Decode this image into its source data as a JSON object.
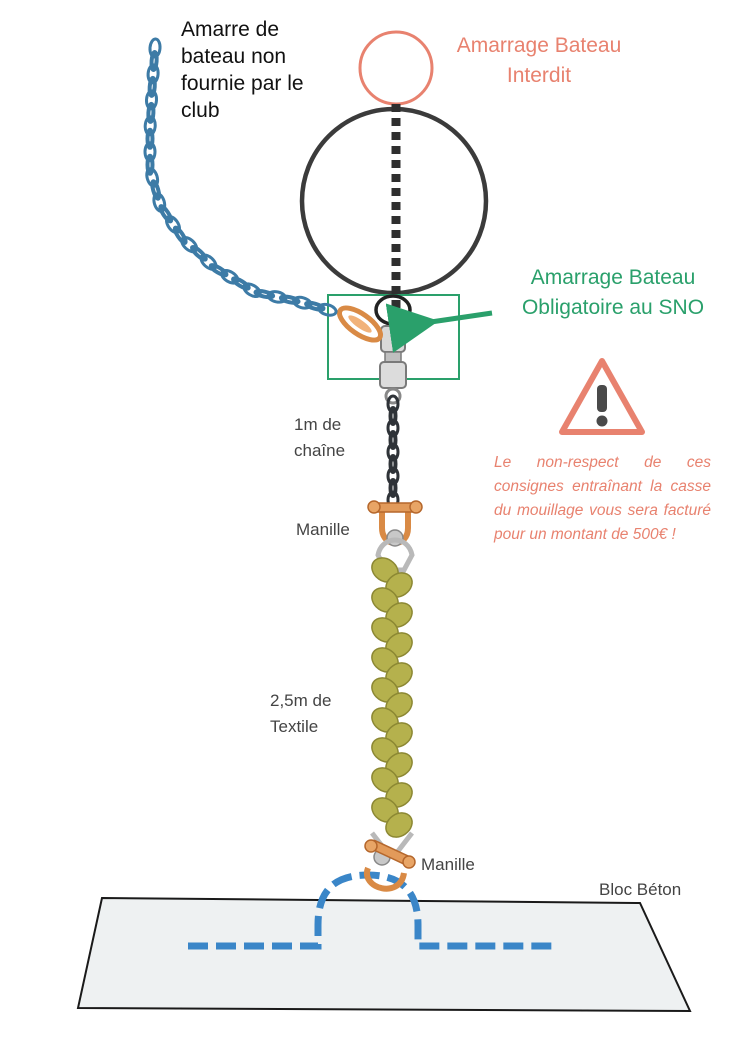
{
  "labels": {
    "amarre_non_fournie": "Amarre de bateau non fournie par le club",
    "amarrage_interdit": "Amarrage Bateau Interdit",
    "amarrage_obligatoire": "Amarrage Bateau Obligatoire au SNO",
    "chaine": "1m de chaîne",
    "manille_top": "Manille",
    "textile": "2,5m de Textile",
    "manille_bottom": "Manille",
    "bloc_beton": "Bloc Béton"
  },
  "warning": {
    "icon": "warning-triangle-icon",
    "text": "Le non-respect de ces consignes entraînant la casse du mouillage vous sera facturé pour un montant de 500€ !"
  },
  "colors": {
    "red": "#e8826f",
    "green": "#2aa06b",
    "boat_chain": "#3d7ba6",
    "rope": "#b5b14d",
    "shackle": "#d98a45",
    "block_fill": "#eef1f2",
    "dashed_chain": "#3a86c8"
  }
}
